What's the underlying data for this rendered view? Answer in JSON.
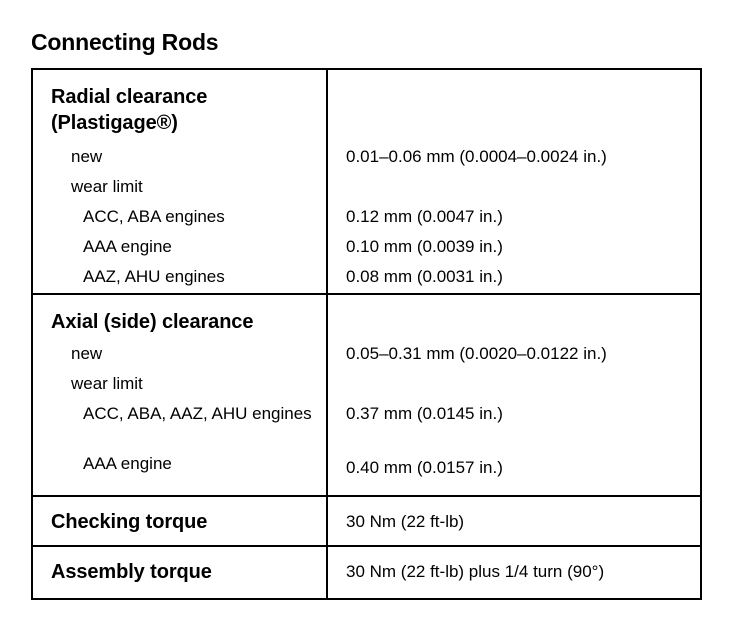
{
  "title": "Connecting Rods",
  "table": {
    "sections": [
      {
        "heading_line1": "Radial clearance",
        "heading_line2": "(Plastigage®)",
        "rows": [
          {
            "label": "new",
            "value": "0.01–0.06 mm (0.0004–0.0024 in.)"
          },
          {
            "label": "wear limit",
            "value": ""
          },
          {
            "label": "ACC, ABA engines",
            "value": "0.12 mm (0.0047 in.)"
          },
          {
            "label": "AAA engine",
            "value": "0.10 mm (0.0039 in.)"
          },
          {
            "label": "AAZ, AHU engines",
            "value": "0.08 mm (0.0031 in.)"
          }
        ]
      },
      {
        "heading_line1": "Axial (side) clearance",
        "rows": [
          {
            "label": "new",
            "value": "0.05–0.31 mm (0.0020–0.0122 in.)"
          },
          {
            "label": "wear limit",
            "value": ""
          },
          {
            "label": "ACC, ABA, AAZ, AHU engines",
            "value": "0.37 mm (0.0145 in.)"
          },
          {
            "label": "AAA engine",
            "value": "0.40 mm (0.0157 in.)"
          }
        ]
      },
      {
        "heading_line1": "Checking torque",
        "rows": [
          {
            "label": "",
            "value": "30 Nm (22 ft-lb)"
          }
        ]
      },
      {
        "heading_line1": "Assembly torque",
        "rows": [
          {
            "label": "",
            "value": "30 Nm (22 ft-lb) plus 1/4 turn (90°)"
          }
        ]
      }
    ]
  }
}
